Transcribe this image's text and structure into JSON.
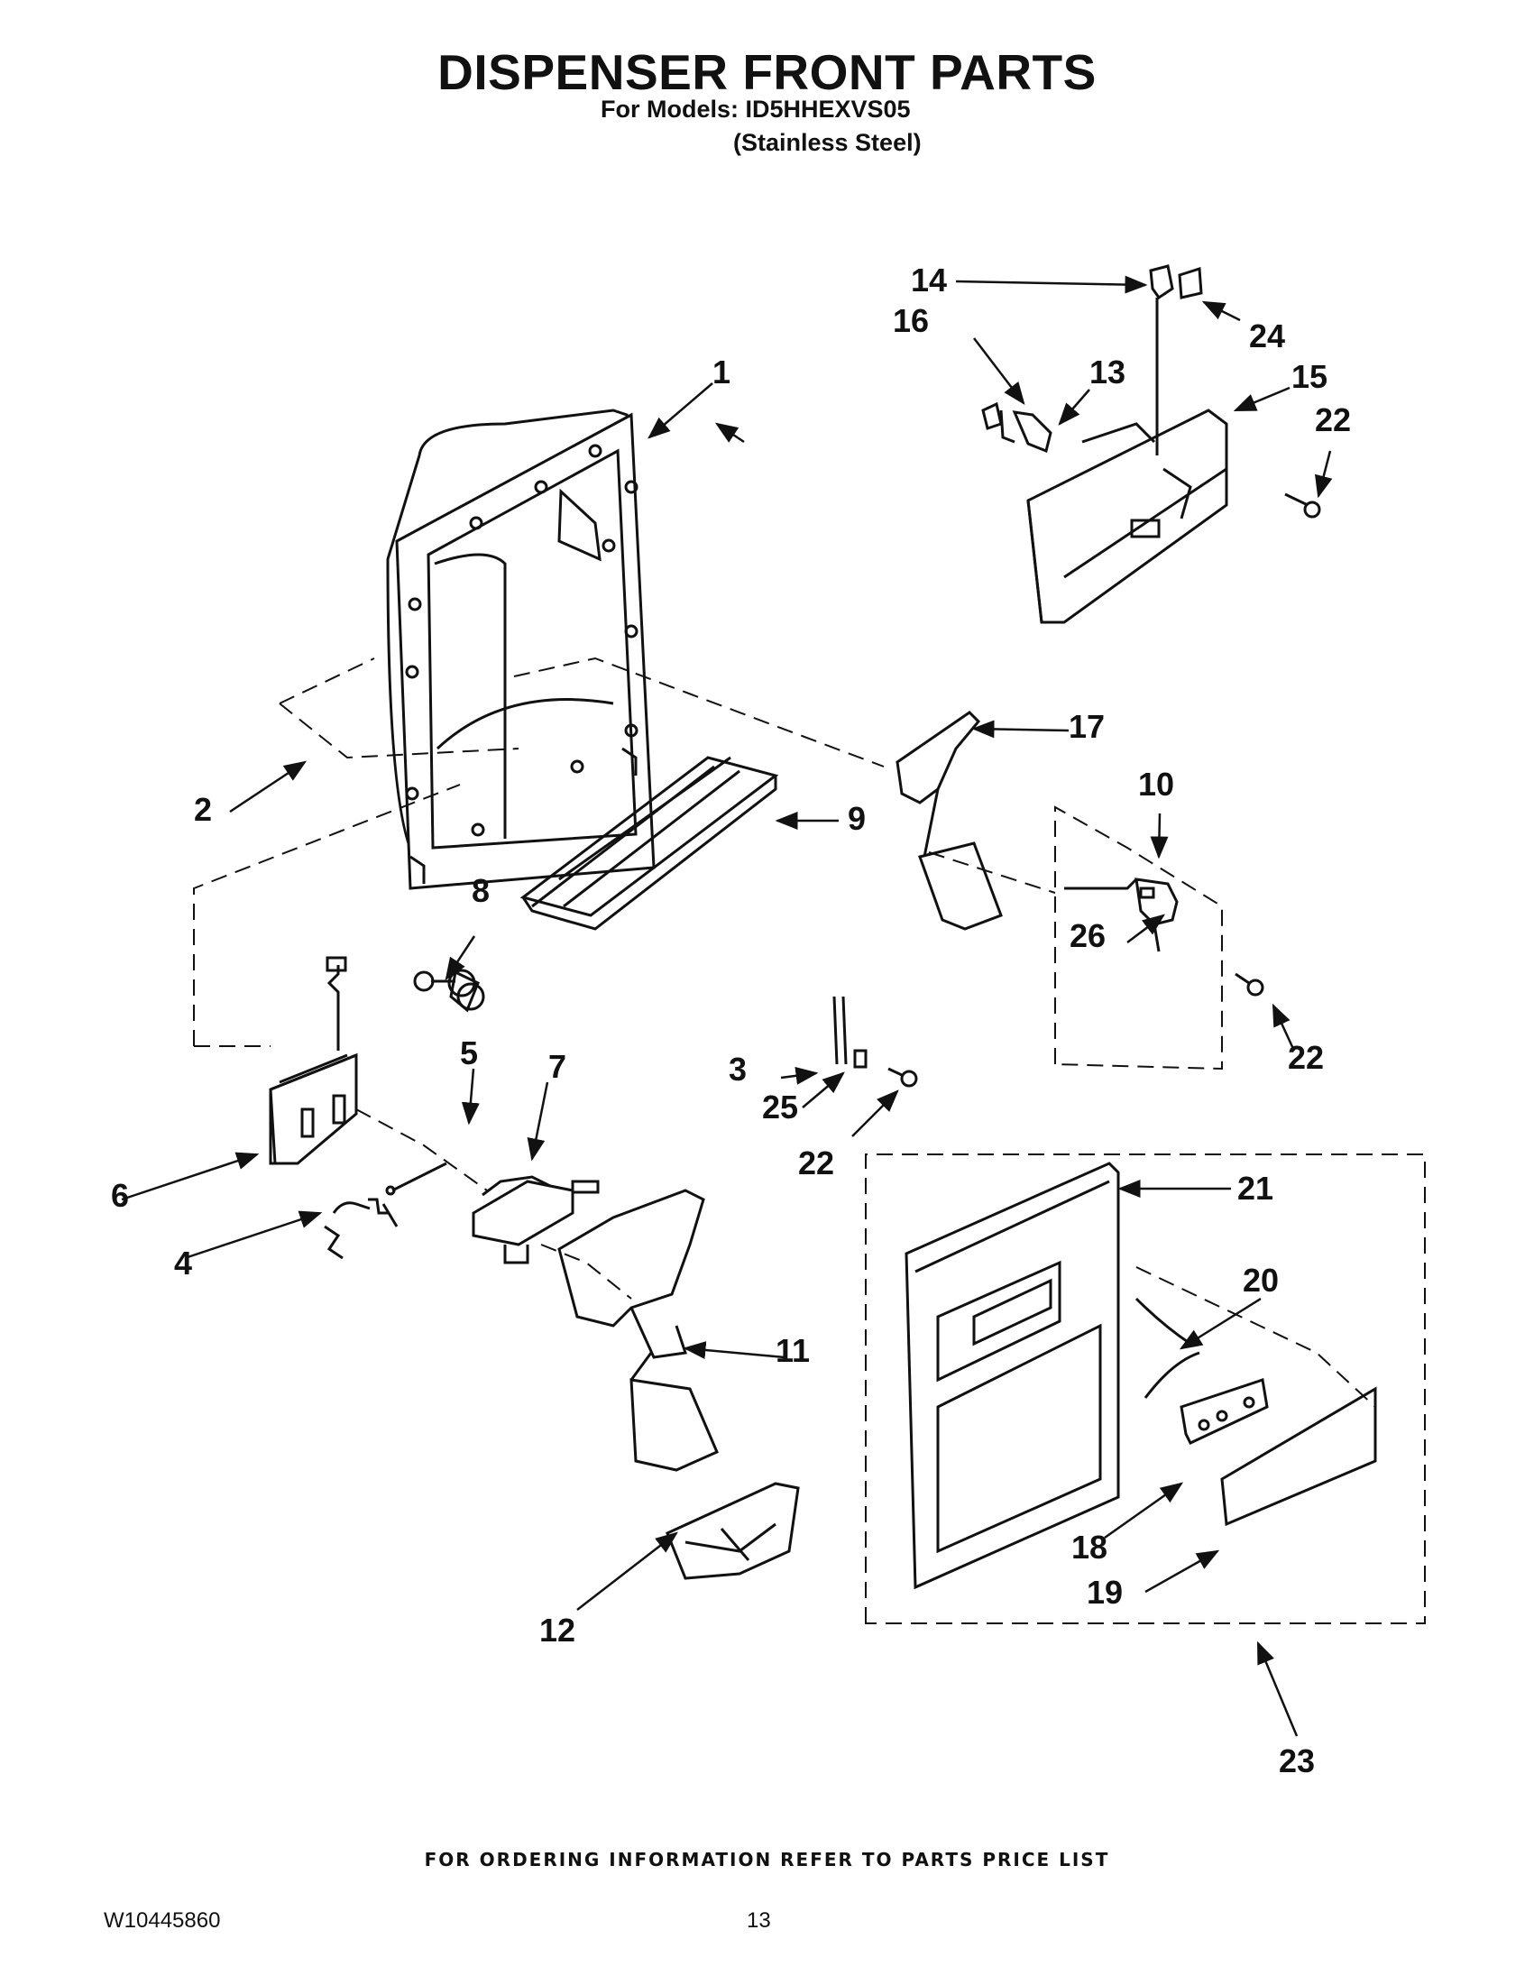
{
  "header": {
    "title": "DISPENSER FRONT PARTS",
    "models_line": "For Models: ID5HHEXVS05",
    "finish_line": "(Stainless Steel)"
  },
  "callouts": {
    "c1": "1",
    "c2": "2",
    "c3": "3",
    "c4": "4",
    "c5": "5",
    "c6": "6",
    "c7": "7",
    "c8": "8",
    "c9": "9",
    "c10": "10",
    "c11": "11",
    "c12": "12",
    "c13": "13",
    "c14": "14",
    "c15": "15",
    "c16": "16",
    "c17": "17",
    "c18": "18",
    "c19": "19",
    "c20": "20",
    "c21": "21",
    "c22a": "22",
    "c22b": "22",
    "c22c": "22",
    "c23": "23",
    "c24": "24",
    "c25": "25",
    "c26": "26"
  },
  "footer": {
    "ordering_note": "FOR ORDERING INFORMATION REFER TO PARTS PRICE LIST",
    "doc_number": "W10445860",
    "page_number": "13"
  }
}
